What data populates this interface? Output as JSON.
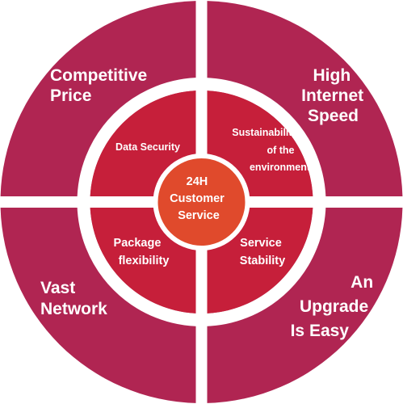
{
  "colors": {
    "outer": "#B02552",
    "inner": "#C61F3A",
    "center": "#E04A2C",
    "gap": "#FFFFFF"
  },
  "center": {
    "lines": [
      "24H",
      "Customer",
      "Service"
    ]
  },
  "inner_segments": {
    "top_left": {
      "lines": [
        "Data Security"
      ]
    },
    "top_right": {
      "lines": [
        "Sustainability",
        "of the",
        "environment"
      ]
    },
    "bottom_left": {
      "lines": [
        "Package",
        "flexibility"
      ]
    },
    "bottom_right": {
      "lines": [
        "Service",
        "Stability"
      ]
    }
  },
  "outer_segments": {
    "top_left": {
      "lines": [
        "Competitive",
        "Price"
      ]
    },
    "top_right": {
      "lines": [
        "High",
        "Internet",
        "Speed"
      ]
    },
    "bottom_left": {
      "lines": [
        "Vast",
        "Network"
      ]
    },
    "bottom_right": {
      "lines": [
        "An",
        "Upgrade",
        "Is Easy"
      ]
    }
  }
}
